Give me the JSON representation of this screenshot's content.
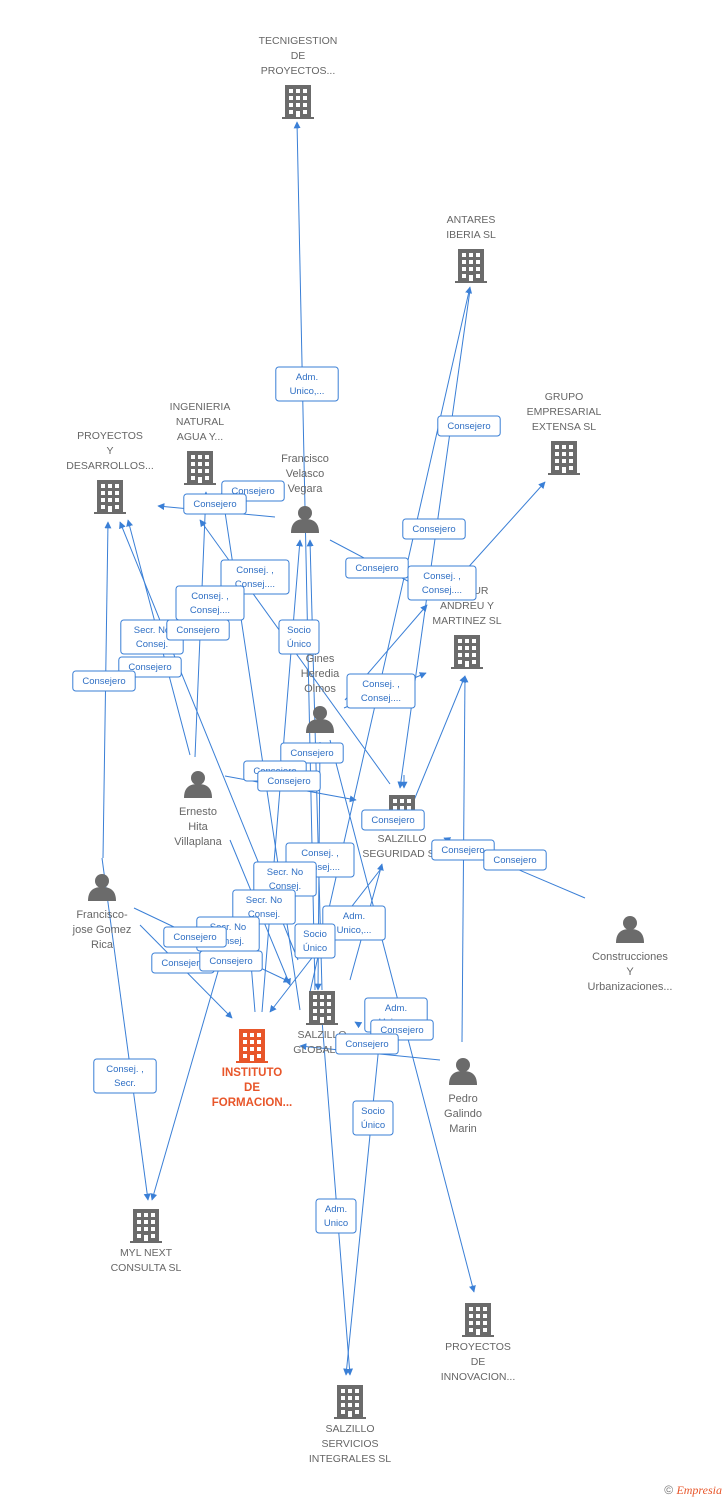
{
  "colors": {
    "edge": "#3a7fd6",
    "company": "#6b6b6b",
    "focus": "#e8562a",
    "person": "#6b6b6b"
  },
  "nodes": [
    {
      "id": "tecnigestion",
      "kind": "company",
      "lines": [
        "TECNIGESTION",
        "DE",
        "PROYECTOS..."
      ]
    },
    {
      "id": "antares",
      "kind": "company",
      "lines": [
        "ANTARES",
        "IBERIA  SL"
      ]
    },
    {
      "id": "grupo",
      "kind": "company",
      "lines": [
        "GRUPO",
        "EMPRESARIAL",
        "EXTENSA SL"
      ]
    },
    {
      "id": "ingenieria",
      "kind": "company",
      "lines": [
        "INGENIERIA",
        "NATURAL",
        "AGUA Y..."
      ]
    },
    {
      "id": "proyectos_des",
      "kind": "company",
      "lines": [
        "PROYECTOS",
        "Y",
        "DESARROLLOS..."
      ]
    },
    {
      "id": "velasco",
      "kind": "person",
      "lines": [
        "Francisco",
        "Velasco",
        "Vegara"
      ]
    },
    {
      "id": "palmur",
      "kind": "company",
      "lines": [
        "PALMUR",
        "ANDREU Y",
        "MARTINEZ SL"
      ]
    },
    {
      "id": "heredia",
      "kind": "person",
      "lines": [
        "Gines",
        "Heredia",
        "Olmos"
      ]
    },
    {
      "id": "ernesto",
      "kind": "person",
      "lines": [
        "Ernesto",
        "Hita",
        "Villaplana"
      ]
    },
    {
      "id": "seguridad",
      "kind": "company",
      "lines": [
        "SALZILLO",
        "SEGURIDAD SA"
      ]
    },
    {
      "id": "fgomez",
      "kind": "person",
      "lines": [
        "Francisco-",
        "jose Gomez",
        "Rica"
      ]
    },
    {
      "id": "construcciones",
      "kind": "person",
      "lines": [
        "Construcciones",
        "Y",
        "Urbanizaciones..."
      ]
    },
    {
      "id": "global",
      "kind": "company",
      "lines": [
        "SALZILLO",
        "GLOBAL  SL"
      ]
    },
    {
      "id": "instituto",
      "kind": "focus",
      "lines": [
        "INSTITUTO",
        "DE",
        "FORMACION..."
      ]
    },
    {
      "id": "pedro",
      "kind": "person",
      "lines": [
        "Pedro",
        "Galindo",
        "Marin"
      ]
    },
    {
      "id": "myl",
      "kind": "company",
      "lines": [
        "MYL NEXT",
        "CONSULTA SL"
      ]
    },
    {
      "id": "innovacion",
      "kind": "company",
      "lines": [
        "PROYECTOS",
        "DE",
        "INNOVACION..."
      ]
    },
    {
      "id": "servicios",
      "kind": "company",
      "lines": [
        "SALZILLO",
        "SERVICIOS",
        "INTEGRALES SL"
      ]
    }
  ],
  "edge_labels": [
    [
      "Adm.",
      "Unico,..."
    ],
    [
      "Consejero"
    ],
    [
      "Consejero"
    ],
    [
      "Consejero"
    ],
    [
      "Consejero"
    ],
    [
      "Consejero"
    ],
    [
      "Consej. ,",
      "Consej...."
    ],
    [
      "Consej. ,",
      "Consej...."
    ],
    [
      "Consej. ,",
      "Consej...."
    ],
    [
      "Secr.  No",
      "Consej."
    ],
    [
      "Consejero"
    ],
    [
      "Consejero"
    ],
    [
      "Socio",
      "Único"
    ],
    [
      "Consej. ,",
      "Consej...."
    ],
    [
      "Consejero"
    ],
    [
      "Consejero"
    ],
    [
      "Consejero"
    ],
    [
      "Consejero"
    ],
    [
      "Consejero"
    ],
    [
      "Consej. ,",
      "Consej...."
    ],
    [
      "Consej. ,",
      "Consej...."
    ],
    [
      "Secr.  No",
      "Consej."
    ],
    [
      "Adm.",
      "Unico,..."
    ],
    [
      "Secr.  No",
      "Consej."
    ],
    [
      "Socio",
      "Único"
    ],
    [
      "Consejero"
    ],
    [
      "Consejero"
    ],
    [
      "Adm.",
      "Unico,..."
    ],
    [
      "Consejero"
    ],
    [
      "Consej. ,",
      "Secr."
    ],
    [
      "Socio",
      "Único"
    ],
    [
      "Adm.",
      "Unico"
    ]
  ],
  "footer": {
    "copyright": "©",
    "brand": "Empresia"
  }
}
